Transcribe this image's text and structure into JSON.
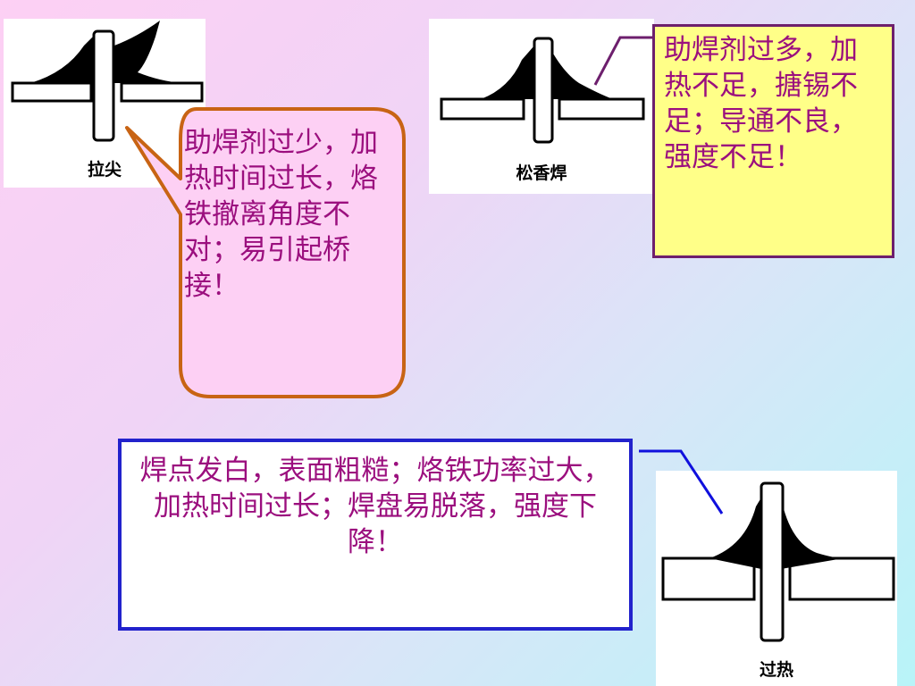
{
  "panels": {
    "lajian": {
      "caption": "拉尖"
    },
    "songxiang": {
      "caption": "松香焊"
    },
    "guore": {
      "caption": "过热"
    }
  },
  "notes": {
    "pink": {
      "text": "助焊剂过少，加热时间过长，烙铁撤离角度不对；易引起桥接！",
      "border_color": "#c86414",
      "fill_color": "#fdd0f4"
    },
    "yellow": {
      "text": "助焊剂过多，加热不足，搪锡不足；导通不良，强度不足！",
      "border_color": "#6d1f6d",
      "fill_color": "#ffff88"
    },
    "blue": {
      "text": "焊点发白，表面粗糙；烙铁功率过大，加热时间过长；焊盘易脱落，强度下降！",
      "border_color": "#2222cc"
    }
  },
  "colors": {
    "text": "#9b0f7e",
    "connector_purple": "#6d1f6d",
    "connector_blue": "#1010dd"
  }
}
